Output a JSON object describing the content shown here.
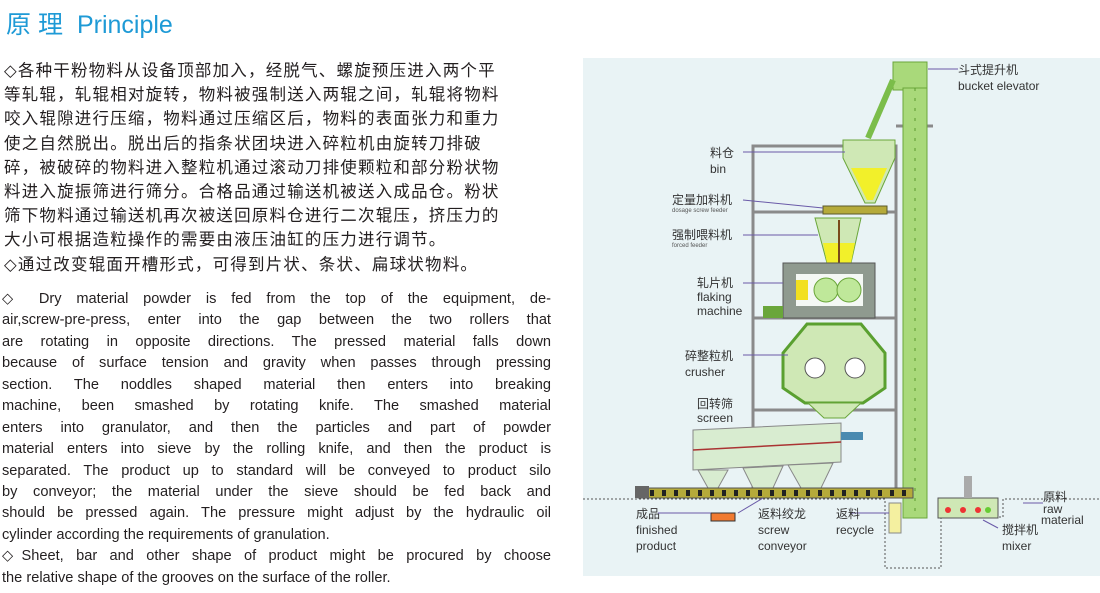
{
  "header": {
    "title_cn": "原 理",
    "title_en": "Principle",
    "accent_color": "#1e9ad6"
  },
  "chinese_text": [
    "◇各种干粉物料从设备顶部加入，经脱气、螺旋预压进入两个平",
    "等轧辊，轧辊相对旋转，物料被强制送入两辊之间，轧辊将物料",
    "咬入辊隙进行压缩，物料通过压缩区后，物料的表面张力和重力",
    "使之自然脱出。脱出后的指条状团块进入碎粒机由旋转刀排破",
    "碎，被破碎的物料进入整粒机通过滚动刀排使颗粒和部分粉状物",
    "料进入旋振筛进行筛分。合格品通过输送机被送入成品仓。粉状",
    "筛下物料通过输送机再次被送回原料仓进行二次辊压，挤压力的",
    "大小可根据造粒操作的需要由液压油缸的压力进行调节。",
    "◇通过改变辊面开槽形式，可得到片状、条状、扁球状物料。"
  ],
  "english_text": [
    "◇ Dry material powder is fed from the top of the equipment, de-",
    "air,screw-pre-press, enter into the gap between the two rollers that",
    "are rotating in opposite directions. The pressed material falls down",
    "because of surface tension and gravity when passes through pressing",
    "section. The noddles shaped material then enters into breaking",
    "machine, been smashed by rotating knife. The smashed material",
    "enters into granulator, and then the particles and part of powder",
    "material enters into sieve by the rolling knife, and then the product is",
    "separated. The product up to standard will be conveyed to product silo",
    "by conveyor; the material under the sieve should be fed back and",
    "should be pressed again. The pressure might adjust by the hydraulic oil",
    "cylinder according the requirements of granulation.",
    "◇Sheet, bar and other shape of product might be procured by choose",
    "the relative shape of the grooves on the surface of the roller."
  ],
  "diagram": {
    "labels": {
      "bucket_elevator_cn": "斗式提升机",
      "bucket_elevator_en": "bucket elevator",
      "bin_cn": "料仓",
      "bin_en": "bin",
      "dosage_feeder_cn": "定量加料机",
      "dosage_feeder_en": "dosage screw feeder",
      "forced_feeder_cn": "强制喂料机",
      "forced_feeder_en": "forced feeder",
      "flaking_cn": "轧片机",
      "flaking_en1": "flaking",
      "flaking_en2": "machine",
      "crusher_cn": "碎整粒机",
      "crusher_en": "crusher",
      "screen_cn": "回转筛",
      "screen_en": "screen",
      "finished_cn": "成品",
      "finished_en1": "finished",
      "finished_en2": "product",
      "screw_conveyor_cn": "返料绞龙",
      "screw_conveyor_en1": "screw",
      "screw_conveyor_en2": "conveyor",
      "recycle_cn": "返料",
      "recycle_en": "recycle",
      "raw_cn": "原料",
      "raw_en1": "raw",
      "raw_en2": "material",
      "mixer_cn": "搅拌机",
      "mixer_en": "mixer"
    },
    "colors": {
      "background": "#e9f3f5",
      "machine_green": "#9fd36a",
      "frame_gray": "#8a8a8a",
      "material_yellow": "#f2f02a"
    }
  }
}
